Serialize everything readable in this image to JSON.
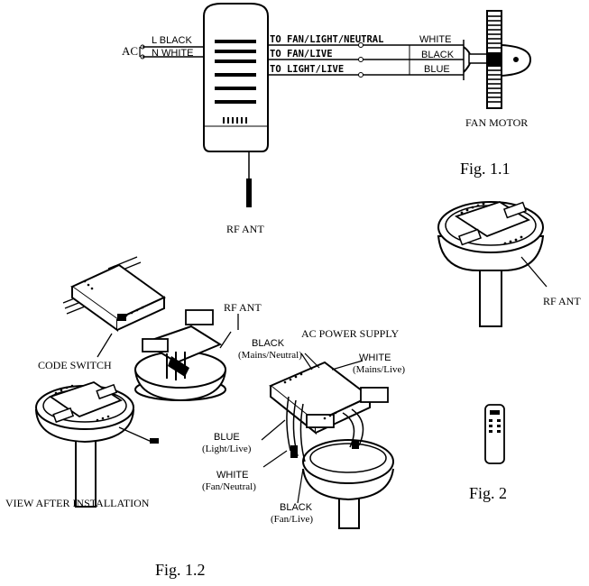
{
  "fig11": {
    "ac": "AC",
    "l_black": "L  BLACK",
    "n_white": "N  WHITE",
    "to_fan_light_neutral": "TO FAN/LIGHT/NEUTRAL",
    "to_fan_live": "TO FAN/LIVE",
    "to_light_live": "TO LIGHT/LIVE",
    "white": "WHITE",
    "black": "BLACK",
    "blue": "BLUE",
    "fan_motor": "FAN MOTOR",
    "rf_ant": "RF ANT",
    "caption": "Fig. 1.1"
  },
  "fig2": {
    "rf_ant": "RF ANT",
    "caption": "Fig. 2"
  },
  "fig12": {
    "rf_ant": "RF ANT",
    "code_switch": "CODE SWITCH",
    "view_after": "VIEW AFTER INSTALLATION",
    "ac_power_supply": "AC POWER SUPPLY",
    "black_top": "BLACK",
    "mains_neutral": "(Mains/Neutral)",
    "white_top": "WHITE",
    "mains_live": "(Mains/Live)",
    "blue": "BLUE",
    "light_live": "(Light/Live)",
    "white_mid": "WHITE",
    "fan_neutral": "(Fan/Neutral)",
    "black_bot": "BLACK",
    "fan_live": "(Fan/Live)",
    "caption": "Fig. 1.2"
  }
}
